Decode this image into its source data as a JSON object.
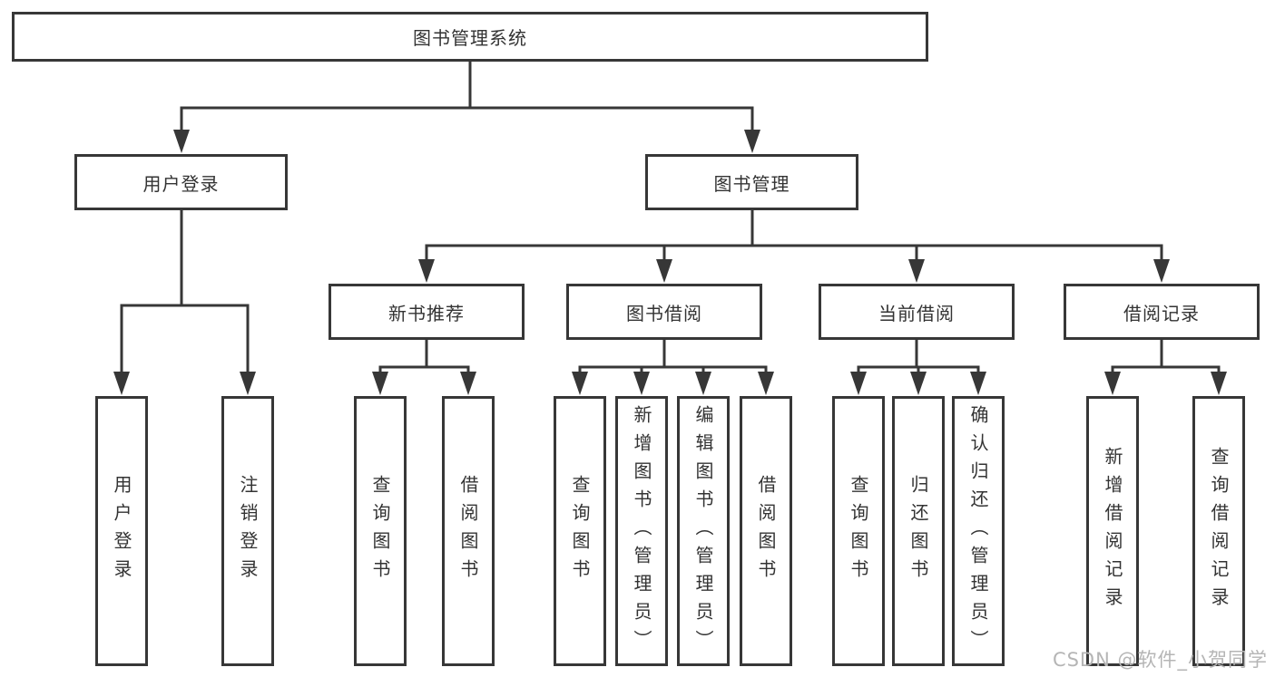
{
  "diagram": {
    "root": {
      "label": "图书管理系统"
    },
    "branches": [
      {
        "label": "用户登录",
        "leaves": [
          {
            "label": "用户登录"
          },
          {
            "label": "注销登录"
          }
        ]
      },
      {
        "label": "图书管理",
        "groups": [
          {
            "label": "新书推荐",
            "leaves": [
              {
                "label": "查询图书"
              },
              {
                "label": "借阅图书"
              }
            ]
          },
          {
            "label": "图书借阅",
            "leaves": [
              {
                "label": "查询图书"
              },
              {
                "label": "新增图书（管理员）"
              },
              {
                "label": "编辑图书（管理员）"
              },
              {
                "label": "借阅图书"
              }
            ]
          },
          {
            "label": "当前借阅",
            "leaves": [
              {
                "label": "查询图书"
              },
              {
                "label": "归还图书"
              },
              {
                "label": "确认归还（管理员）"
              }
            ]
          },
          {
            "label": "借阅记录",
            "leaves": [
              {
                "label": "新增借阅记录"
              },
              {
                "label": "查询借阅记录"
              }
            ]
          }
        ]
      }
    ]
  },
  "watermark": {
    "text": "CSDN @软件_小贺同学"
  },
  "colors": {
    "line": "#373737",
    "box_border": "#373737",
    "box_background": "#ffffff",
    "text": "#333333",
    "watermark": "#b5b5b5"
  }
}
